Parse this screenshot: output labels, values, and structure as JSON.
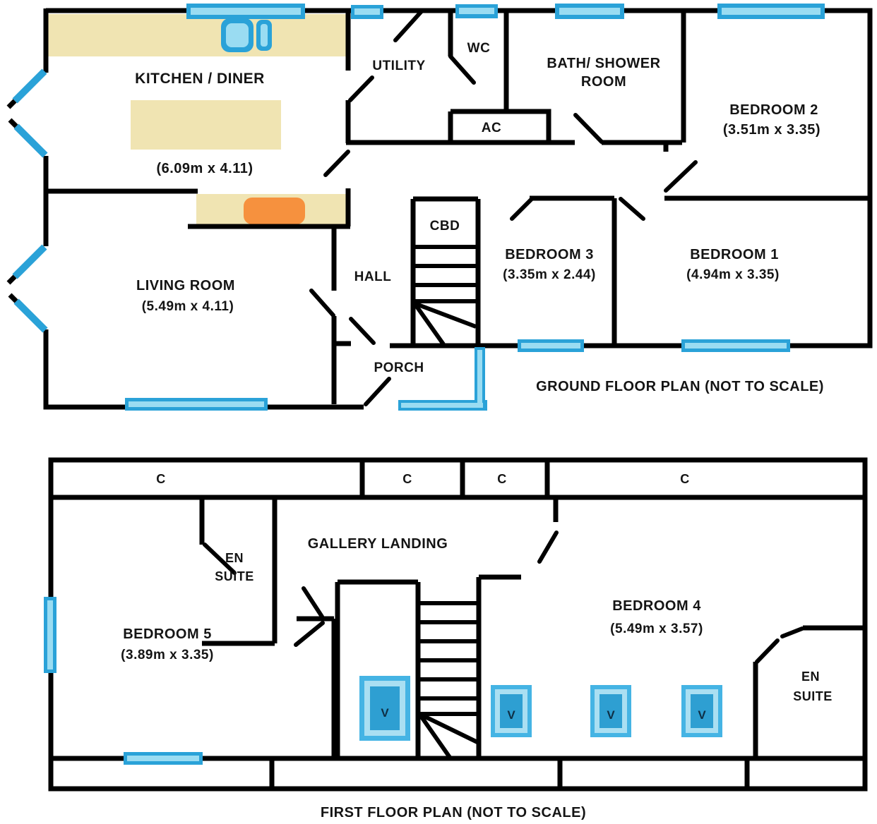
{
  "plan_title": "Floor plan",
  "colors": {
    "wall": "#000000",
    "window_frame": "#2aa2d8",
    "window_glass": "#9adcf2",
    "velux_frame": "#45b4e4",
    "velux_glass": "#aadff2",
    "velux_pane": "#2e9fd2",
    "counter": "#f0e4b2",
    "hob": "#f6913e",
    "text": "#141414"
  },
  "ground_floor": {
    "title": "GROUND FLOOR PLAN (NOT TO SCALE)",
    "kitchen": {
      "name": "KITCHEN / DINER",
      "dims": "(6.09m x 4.11)"
    },
    "utility": {
      "name": "UTILITY"
    },
    "wc": {
      "name": "WC"
    },
    "ac": {
      "name": "AC"
    },
    "bath": {
      "name_line1": "BATH/ SHOWER",
      "name_line2": "ROOM"
    },
    "bedroom2": {
      "name": "BEDROOM 2",
      "dims": "(3.51m x 3.35)"
    },
    "cbd": {
      "name": "CBD"
    },
    "bedroom3": {
      "name": "BEDROOM 3",
      "dims": "(3.35m x 2.44)"
    },
    "bedroom1": {
      "name": "BEDROOM 1",
      "dims": "(4.94m x 3.35)"
    },
    "living": {
      "name": "LIVING ROOM",
      "dims": "(5.49m x 4.11)"
    },
    "hall": {
      "name": "HALL"
    },
    "porch": {
      "name": "PORCH"
    }
  },
  "first_floor": {
    "title": "FIRST FLOOR PLAN (NOT TO SCALE)",
    "closets": [
      "C",
      "C",
      "C",
      "C"
    ],
    "velux": [
      "V",
      "V",
      "V",
      "V"
    ],
    "ensuite_bed5": {
      "line1": "EN",
      "line2": "SUITE"
    },
    "landing": {
      "name": "GALLERY LANDING"
    },
    "bedroom5": {
      "name": "BEDROOM 5",
      "dims": "(3.89m x 3.35)"
    },
    "bedroom4": {
      "name": "BEDROOM 4",
      "dims": "(5.49m x 3.57)"
    },
    "ensuite_bed4": {
      "line1": "EN",
      "line2": "SUITE"
    }
  }
}
